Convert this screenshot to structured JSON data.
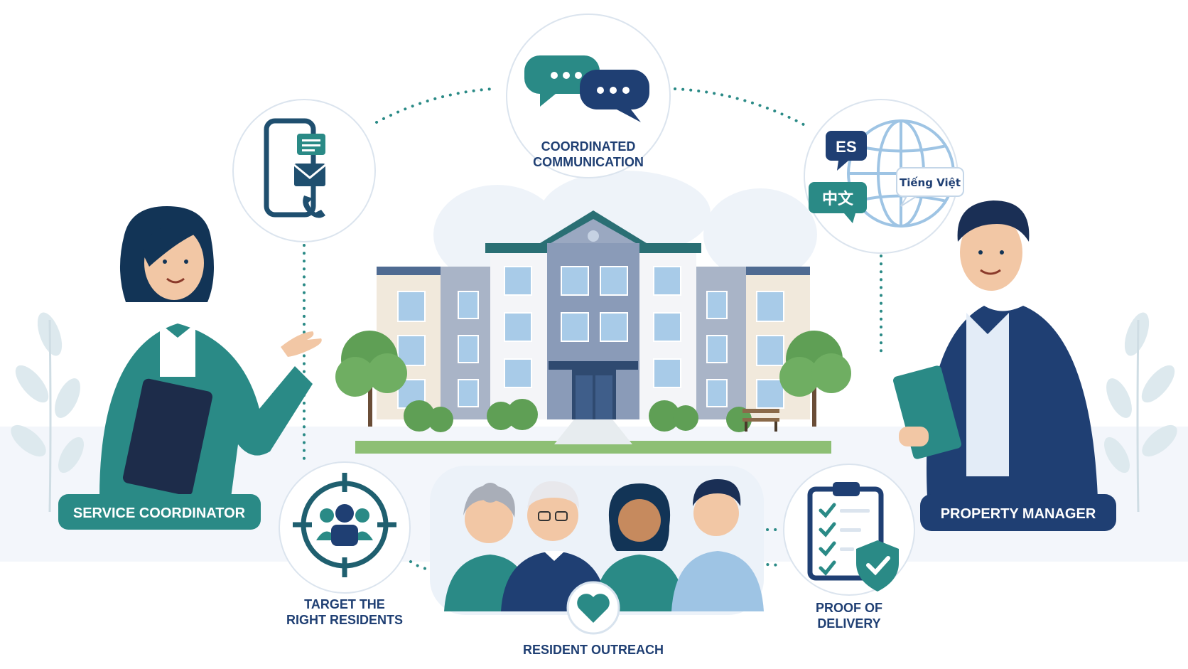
{
  "colors": {
    "teal": "#2a8a86",
    "navy": "#1f3f73",
    "light_blue": "#e8f0f8",
    "green": "#5f9f55"
  },
  "nodes": {
    "communication": {
      "line1": "COORDINATED",
      "line2": "COMMUNICATION",
      "icon": "chat-bubbles-icon"
    },
    "channels": {
      "icon": "phone-message-icon"
    },
    "languages": {
      "tag_es": "ES",
      "tag_zh": "中文",
      "tag_vi": "Tiếng Việt",
      "icon": "globe-icon"
    },
    "target": {
      "line1": "TARGET THE",
      "line2": "RIGHT RESIDENTS",
      "icon": "target-group-icon"
    },
    "outreach": {
      "label": "RESIDENT OUTREACH",
      "icon": "heart-icon"
    },
    "proof": {
      "line1": "PROOF OF",
      "line2": "DELIVERY",
      "icon": "checklist-shield-icon"
    }
  },
  "roles": {
    "left": "SERVICE COORDINATOR",
    "right": "PROPERTY MANAGER"
  }
}
